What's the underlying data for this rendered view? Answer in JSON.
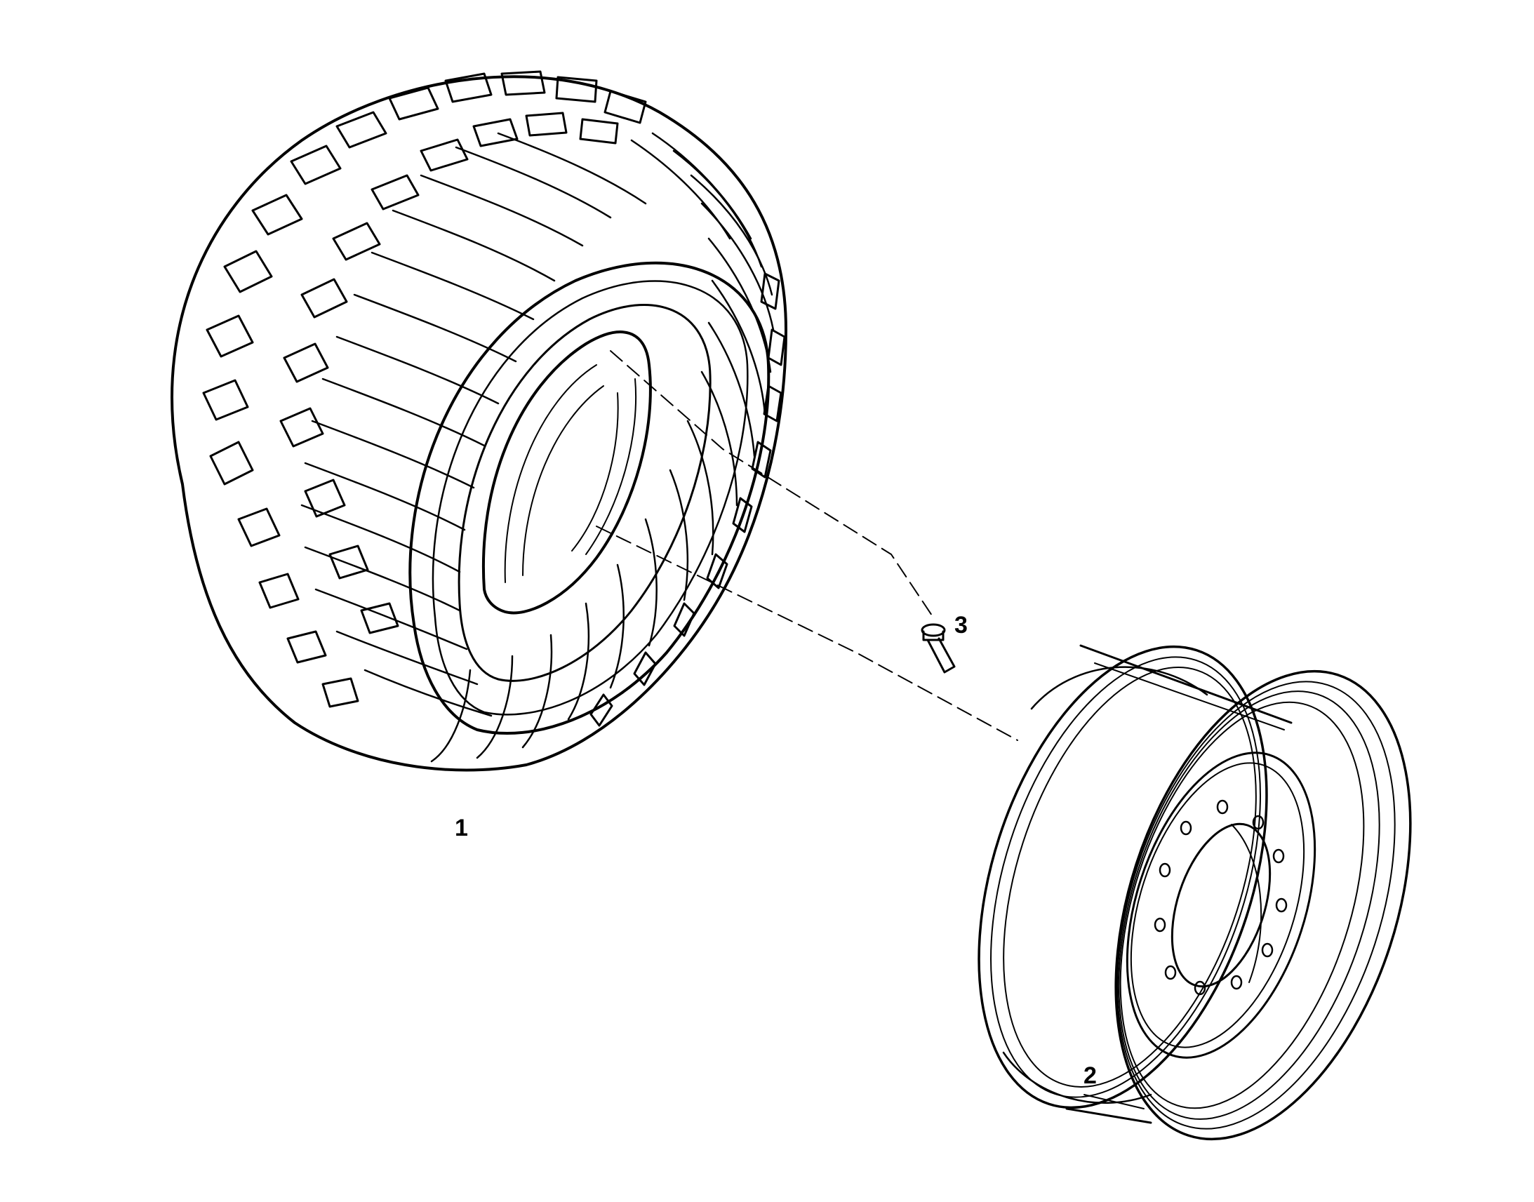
{
  "diagram": {
    "callouts": [
      {
        "id": "1",
        "label": "1"
      },
      {
        "id": "2",
        "label": "2"
      },
      {
        "id": "3",
        "label": "3"
      }
    ],
    "colors": {
      "line": "#000000",
      "background": "#ffffff"
    },
    "parts": {
      "tire": "tire-icon",
      "rim": "wheel-rim-icon",
      "valve": "valve-stem-icon"
    }
  }
}
